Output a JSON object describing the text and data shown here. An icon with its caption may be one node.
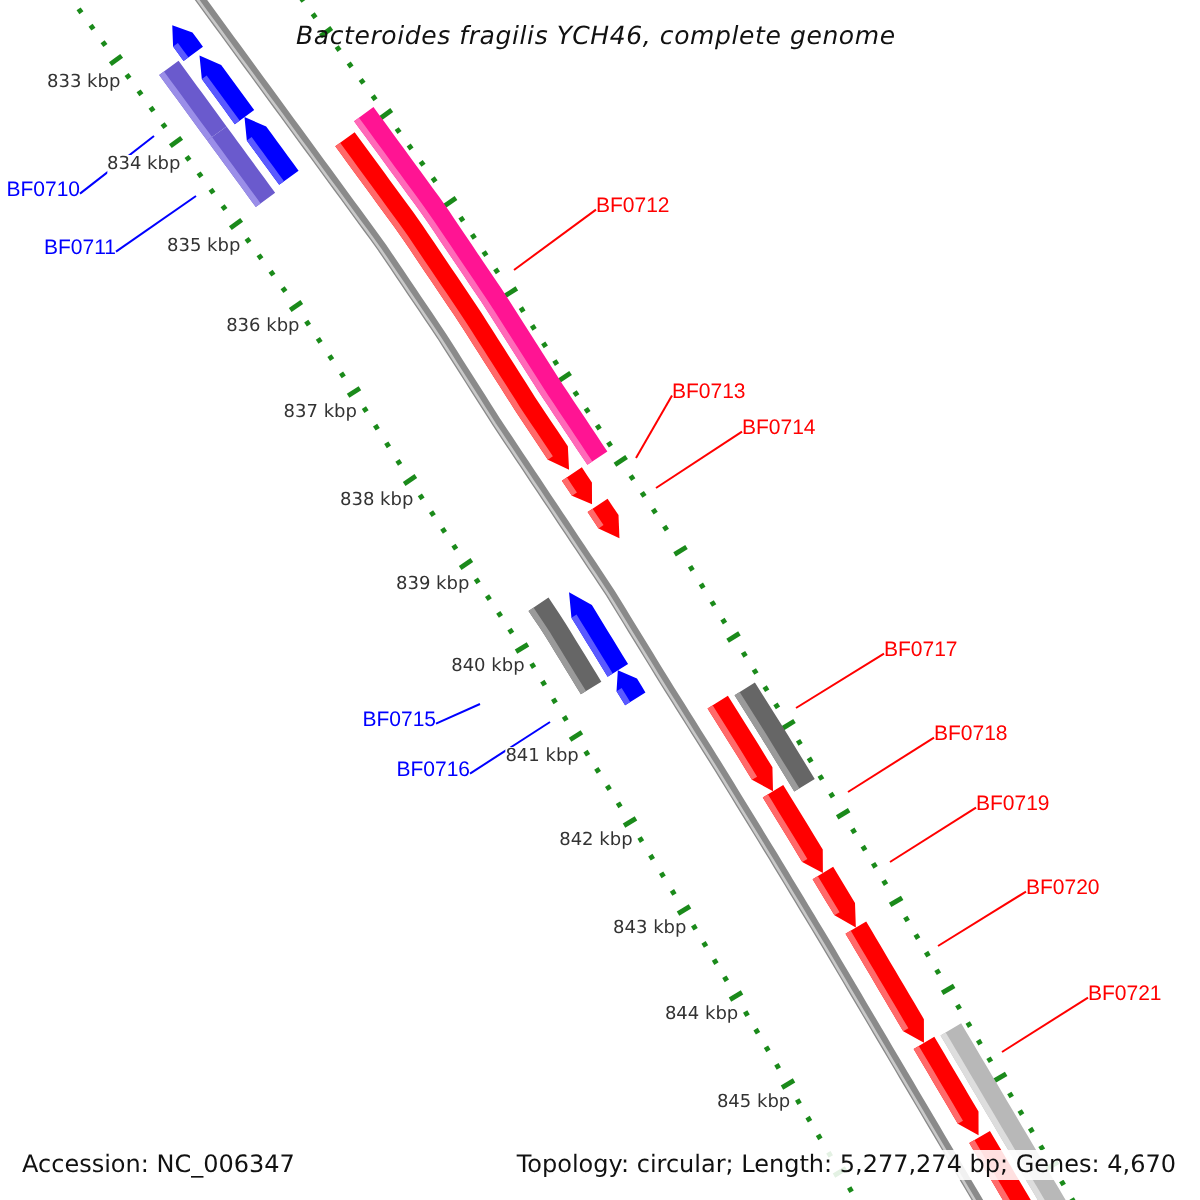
{
  "diagram": {
    "title": "Bacteroides fragilis YCH46, complete genome",
    "nodes": [
      {
        "text": [
          "BF0710"
        ]
      },
      {
        "text": [
          "BF0712"
        ]
      },
      {
        "text": [
          "BF0711"
        ]
      },
      {
        "text": [
          "BF0713"
        ]
      },
      {
        "text": [
          "BF0714"
        ]
      },
      {
        "text": [
          "BF0717"
        ]
      },
      {
        "text": [
          "BF0715"
        ]
      },
      {
        "text": [
          "BF0718"
        ]
      },
      {
        "text": [
          "BF0716"
        ]
      },
      {
        "text": [
          "BF0719"
        ]
      },
      {
        "text": [
          "BF0720"
        ]
      },
      {
        "text": [
          "BF0721"
        ]
      }
    ],
    "edges": [
      {
        "from": 0,
        "to": null,
        "arrow": "none",
        "color": "#0000ff"
      },
      {
        "from": 1,
        "to": null,
        "arrow": "none"
      },
      {
        "from": 2,
        "to": null,
        "arrow": "none",
        "color": "#0000ff"
      },
      {
        "from": 3,
        "to": null,
        "arrow": "none"
      },
      {
        "from": 4,
        "to": null,
        "arrow": "none"
      },
      {
        "from": 5,
        "to": null,
        "arrow": "none"
      },
      {
        "from": 6,
        "to": null,
        "arrow": "none",
        "color": "#0000ff"
      },
      {
        "from": 7,
        "to": null,
        "arrow": "none"
      },
      {
        "from": 8,
        "to": null,
        "arrow": "none",
        "color": "#0000ff"
      },
      {
        "from": 9,
        "to": null,
        "arrow": "none"
      },
      {
        "from": 10,
        "to": null,
        "arrow": "none"
      },
      {
        "from": 11,
        "to": null,
        "arrow": "none"
      }
    ],
    "labels": [
      "833 kbp",
      "834 kbp",
      "835 kbp",
      "836 kbp",
      "837 kbp",
      "838 kbp",
      "839 kbp",
      "840 kbp",
      "841 kbp",
      "842 kbp",
      "843 kbp",
      "844 kbp",
      "845 kbp",
      "Accession: NC_006347",
      "Topology: circular; Length: 5,277,274 bp; Genes: 4,670"
    ]
  }
}
